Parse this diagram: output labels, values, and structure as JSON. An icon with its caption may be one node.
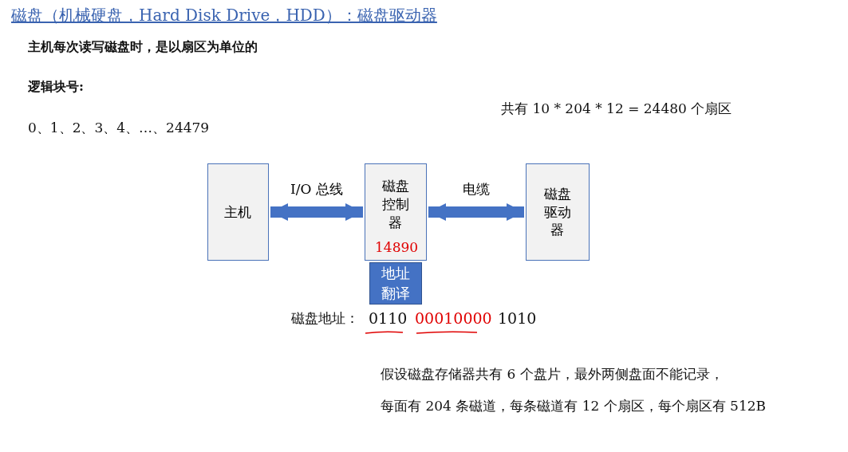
{
  "diagram": {
    "title": "磁盘（机械硬盘，Hard Disk Drive，HDD）：磁盘驱动器",
    "nodes": [
      {
        "text": [
          "主机"
        ]
      },
      {
        "text": [
          "磁盘控制器"
        ]
      },
      {
        "text": [
          "磁盘驱动器"
        ]
      },
      {
        "text": [
          "地址翻译"
        ]
      }
    ],
    "edges": [
      {
        "from": 0,
        "to": 1,
        "arrow": "both",
        "label": "I/O 总线"
      },
      {
        "from": 1,
        "to": 2,
        "arrow": "both",
        "label": "电缆"
      }
    ],
    "labels": [
      "主机每次读写磁盘时，是以扇区为单位的",
      "逻辑块号:",
      "共有 10 * 204 * 12 = 24480 个扇区",
      "0、1、2、3、4、…、24479",
      "14890",
      "磁盘地址：",
      "0110",
      "00010000",
      "1010",
      "假设磁盘存储器共有 6 个盘片，最外两侧盘面不能记录，",
      "每面有 204 条磁道，每条磁道有 12 个扇区，每个扇区有 512B"
    ]
  }
}
